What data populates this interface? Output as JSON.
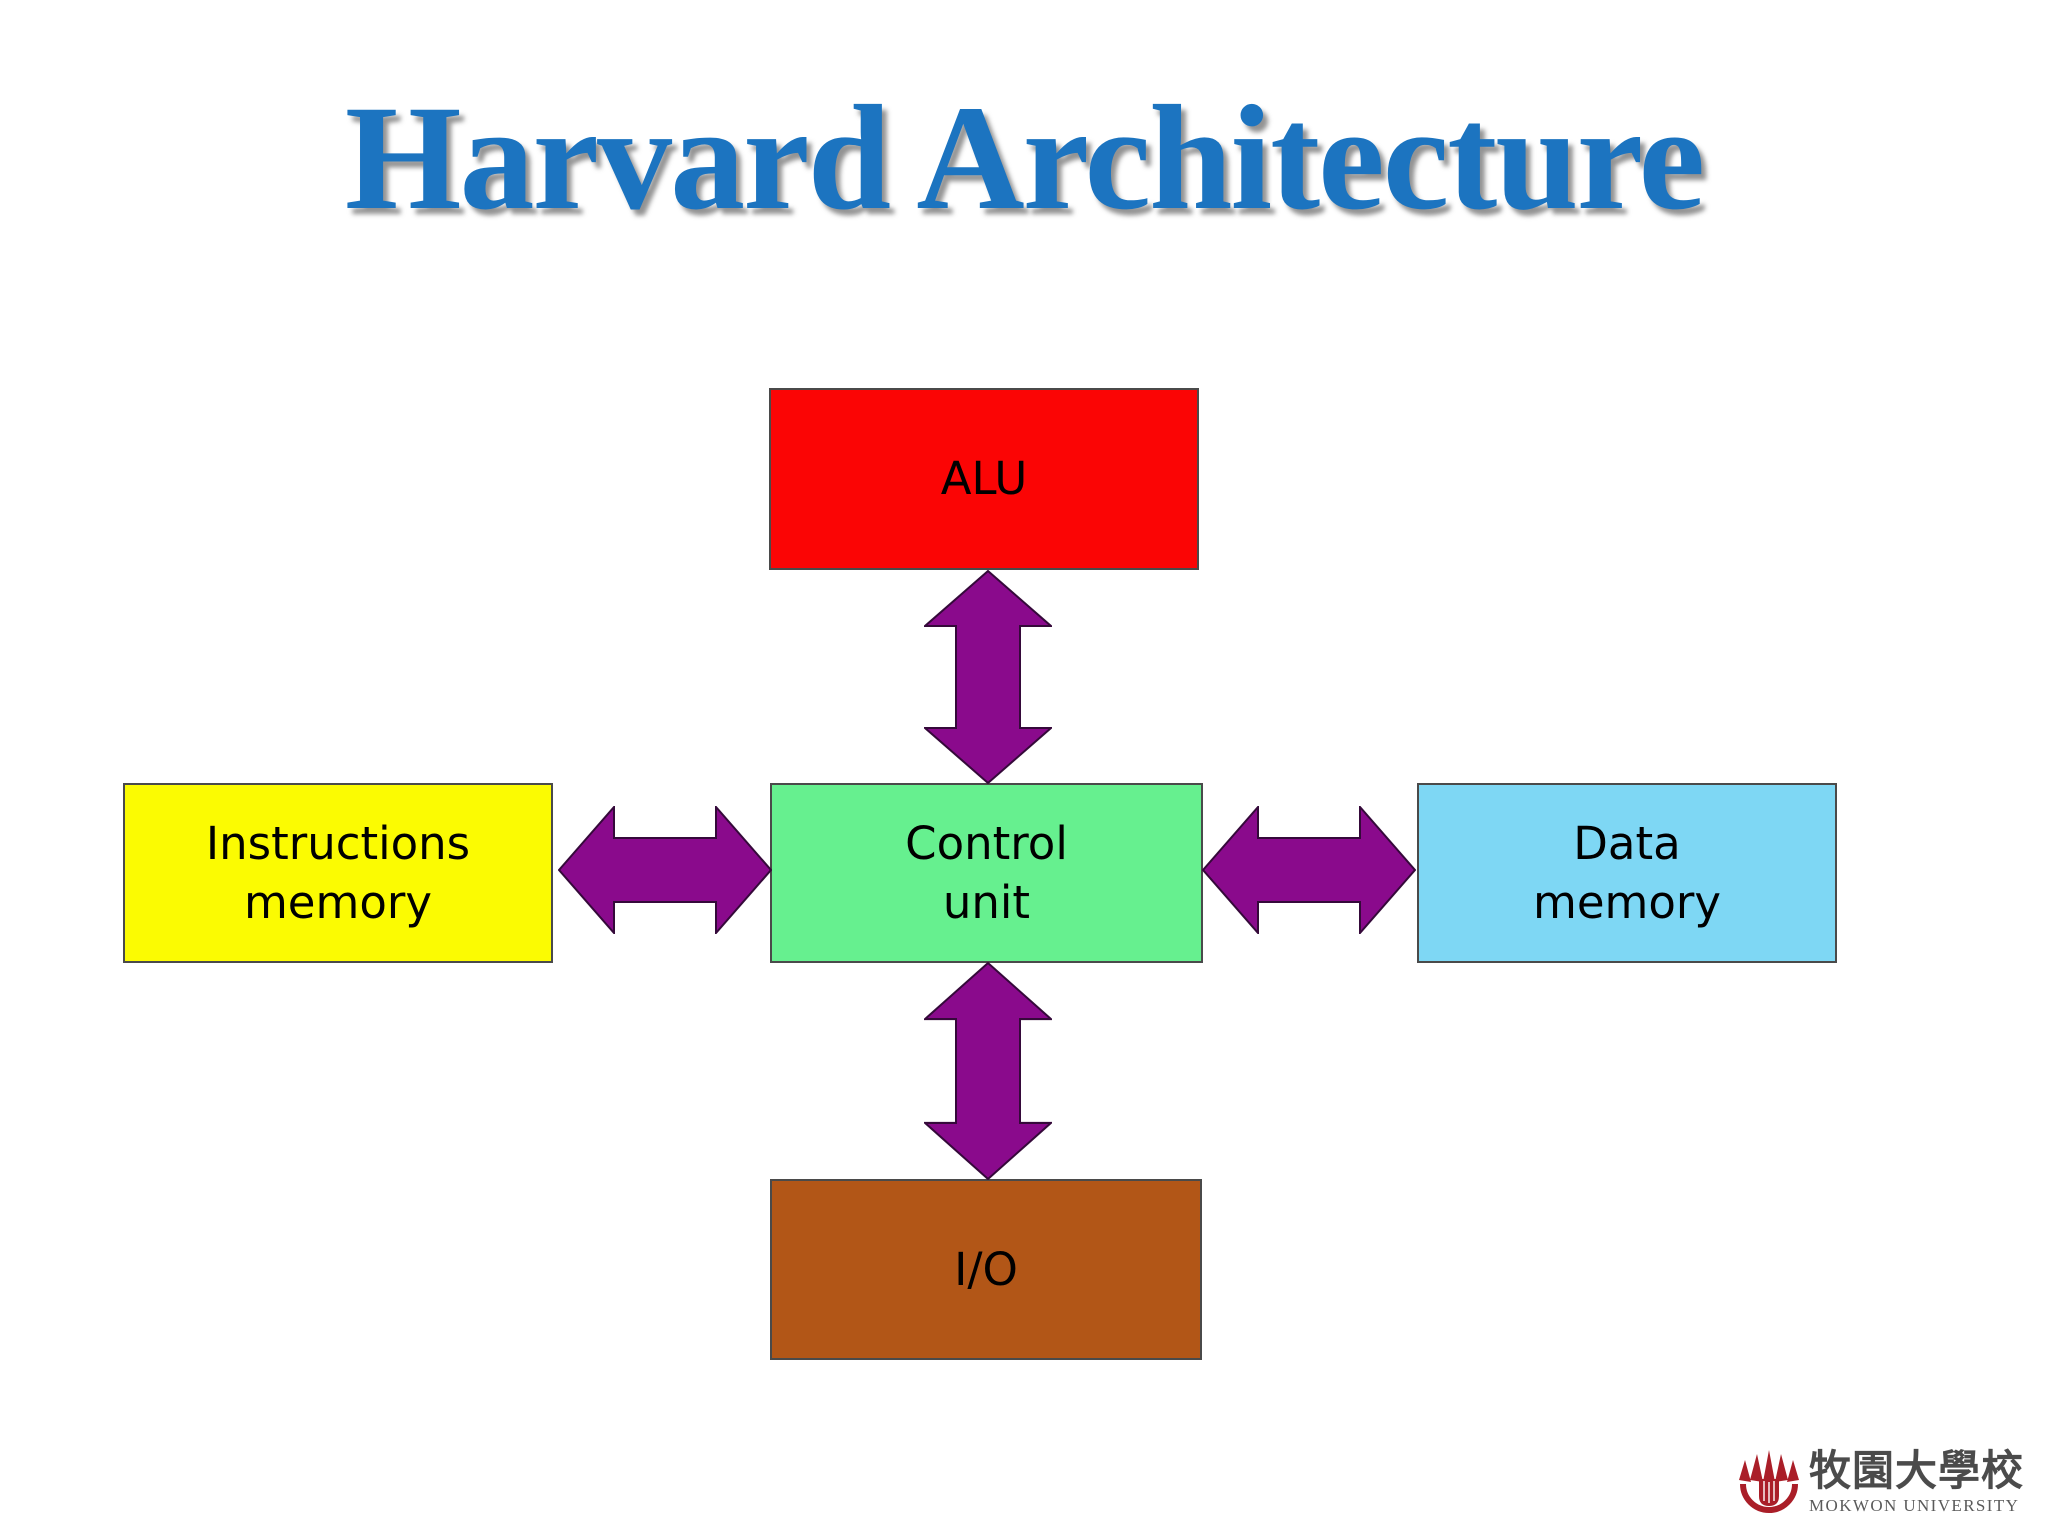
{
  "title": {
    "text": "Harvard Architecture"
  },
  "colors": {
    "title_blue": "#1C74C0",
    "alu_red": "#FB0505",
    "instructions_yellow": "#FBFB02",
    "control_green": "#66F08F",
    "data_blue": "#7ED7F4",
    "io_brown": "#B25617",
    "arrow_purple": "#8A0A8C",
    "logo_red": "#AA1E28"
  },
  "diagram": {
    "boxes": [
      {
        "id": "alu",
        "label": "ALU"
      },
      {
        "id": "instructions-memory",
        "label": "Instructions\nmemory"
      },
      {
        "id": "control-unit",
        "label": "Control\nunit"
      },
      {
        "id": "data-memory",
        "label": "Data\nmemory"
      },
      {
        "id": "io",
        "label": "I/O"
      }
    ],
    "arrows": [
      {
        "id": "alu-control",
        "type": "double-headed",
        "direction": "vertical",
        "between": "ALU and Control unit"
      },
      {
        "id": "instructions-control",
        "type": "double-headed",
        "direction": "horizontal",
        "between": "Instructions memory and Control unit"
      },
      {
        "id": "control-data",
        "type": "double-headed",
        "direction": "horizontal",
        "between": "Control unit and Data memory"
      },
      {
        "id": "control-io",
        "type": "double-headed",
        "direction": "vertical",
        "between": "Control unit and I/O"
      }
    ]
  },
  "footer": {
    "logo_kr": "牧園大學校",
    "logo_en": "MOKWON UNIVERSITY"
  }
}
